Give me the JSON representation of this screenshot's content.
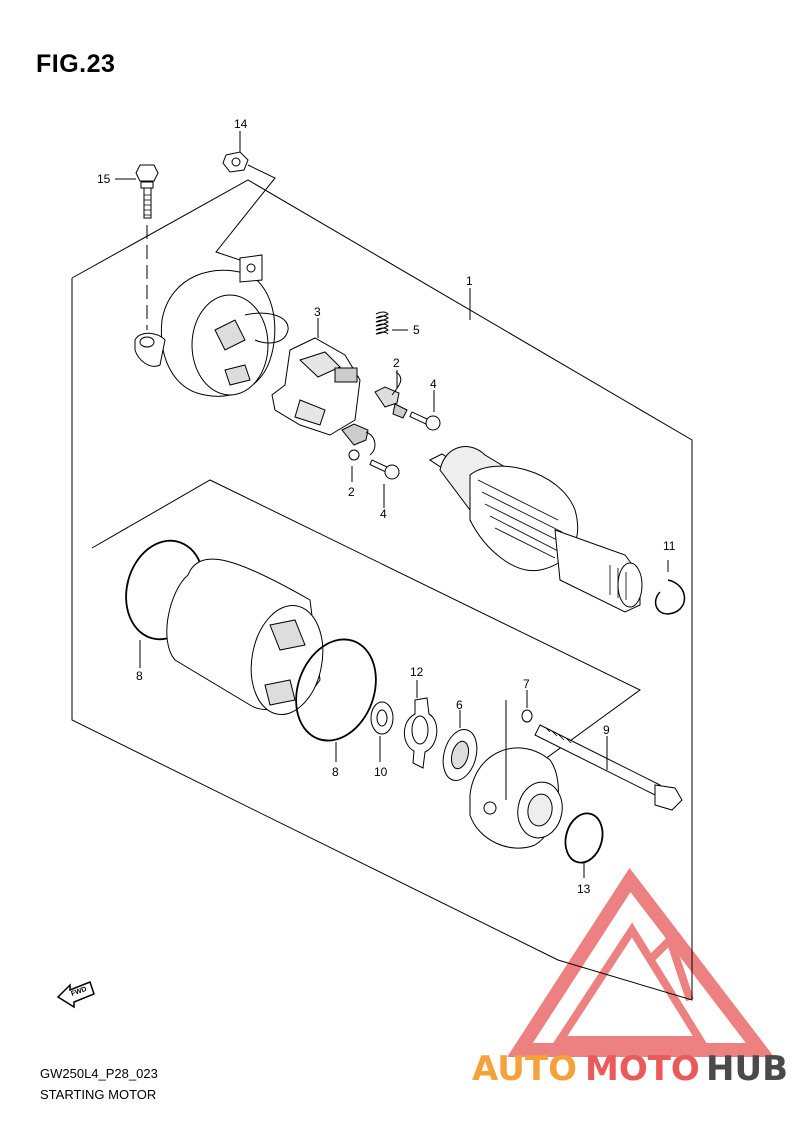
{
  "figure": {
    "title": "FIG.23",
    "code": "GW250L4_P28_023",
    "name": "STARTING MOTOR"
  },
  "callouts": [
    "1",
    "2",
    "2",
    "3",
    "4",
    "4",
    "5",
    "6",
    "7",
    "8",
    "8",
    "9",
    "10",
    "11",
    "12",
    "13",
    "14",
    "15"
  ],
  "fwd_label": "FWD",
  "watermark": {
    "text_part1": "AUTO",
    "text_part2": "MOTO",
    "text_part3": "HUB",
    "color_orange": "#f5a23c",
    "color_red": "#ea5a5a",
    "color_dark": "#4a4a4a"
  }
}
